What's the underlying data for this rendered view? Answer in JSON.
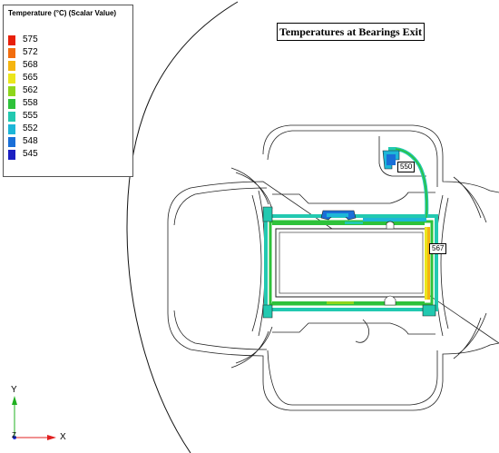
{
  "legend": {
    "title": "Temperature (°C) (Scalar Value)",
    "levels": [
      {
        "label": "575",
        "color": "#e8200a"
      },
      {
        "label": "572",
        "color": "#f26d0f"
      },
      {
        "label": "568",
        "color": "#f5b510"
      },
      {
        "label": "565",
        "color": "#ebe61c"
      },
      {
        "label": "562",
        "color": "#8ed61c"
      },
      {
        "label": "558",
        "color": "#2ec23a"
      },
      {
        "label": "555",
        "color": "#22c9b0"
      },
      {
        "label": "552",
        "color": "#1db6d8"
      },
      {
        "label": "548",
        "color": "#1a6fd8"
      },
      {
        "label": "545",
        "color": "#1b1fc2"
      }
    ]
  },
  "title": "Temperatures at Bearings Exit",
  "probes": {
    "upper": "550",
    "right": "567"
  },
  "triad": {
    "y_label": "Y",
    "z_label": "Z",
    "x_label": "X",
    "colors": {
      "x": "#e02020",
      "y": "#20b020",
      "z": "#2030d0"
    }
  }
}
